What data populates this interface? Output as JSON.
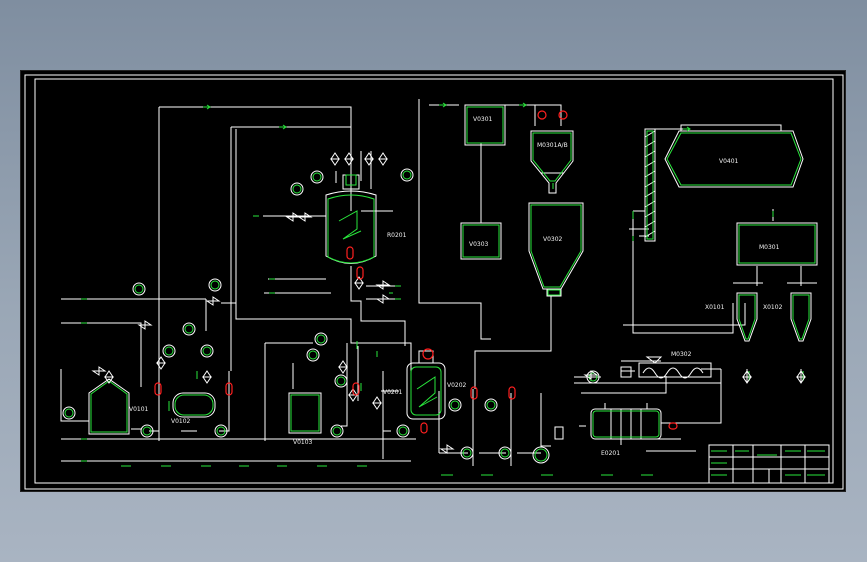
{
  "labels": {
    "v0101": "V0101",
    "v0102": "V0102",
    "v0103": "V0103",
    "r0201": "R0201",
    "v0201": "V0201",
    "v0202": "V0202",
    "v0301": "V0301",
    "v0302": "V0302",
    "v0303": "V0303",
    "m0301": "M0301A/B",
    "v0401": "V0401",
    "m0302": "M0302",
    "m0301b": "M0301",
    "x0101": "X0101",
    "x0102": "X0102",
    "e0201": "E0201"
  },
  "colors": {
    "background": "#000000",
    "line": "#ffffff",
    "flow": "#29e63c",
    "valve": "#ff2020"
  }
}
